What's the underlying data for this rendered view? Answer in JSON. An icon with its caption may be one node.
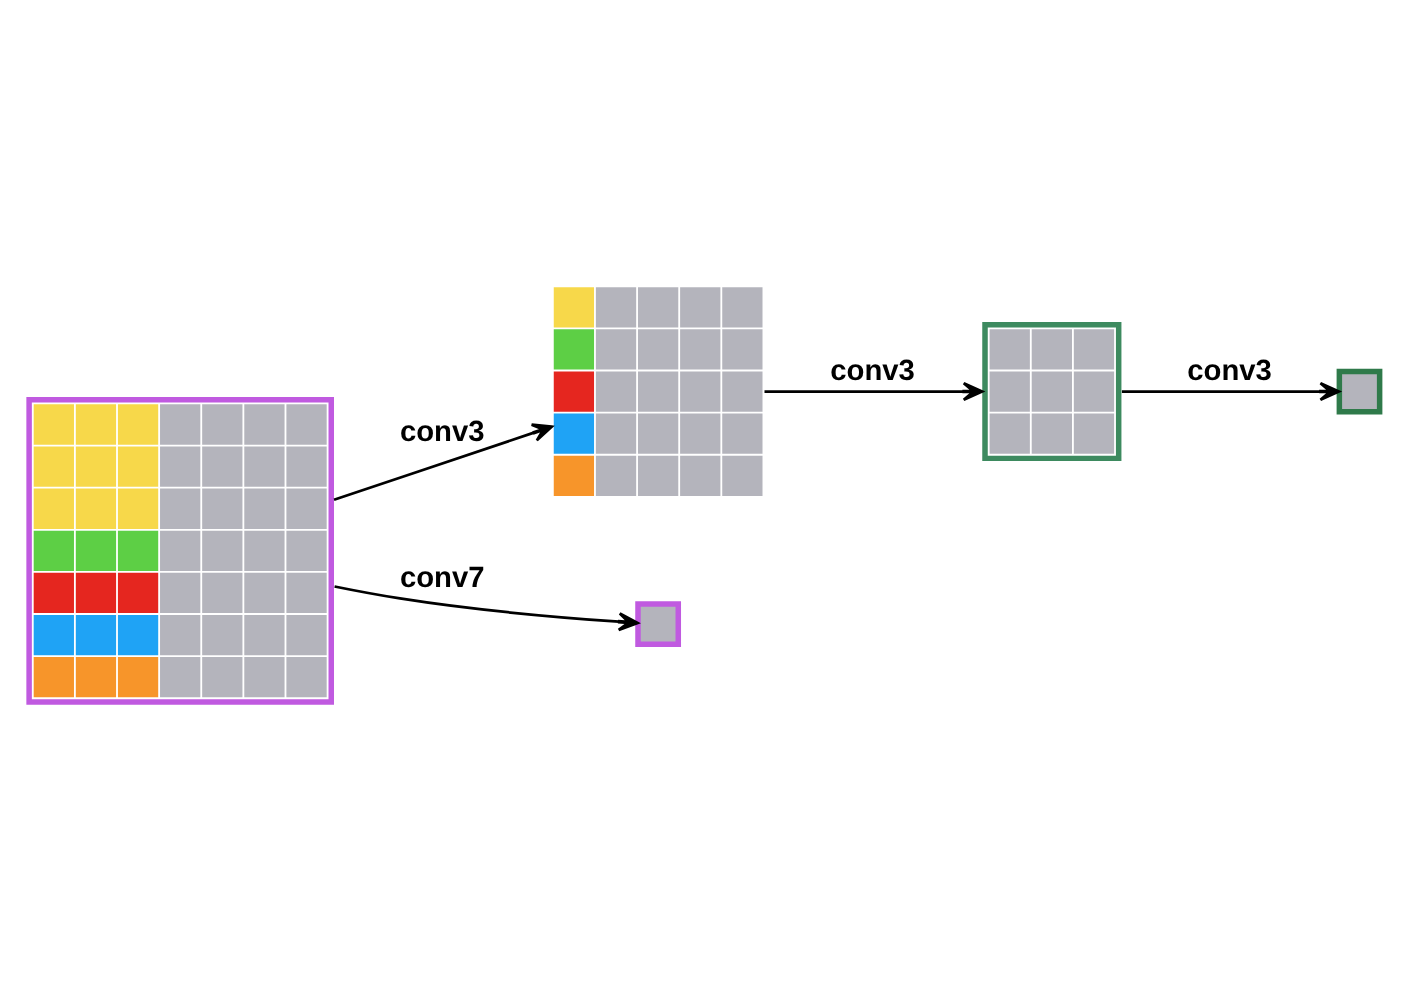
{
  "diagram": {
    "nodes": [
      {
        "text": [],
        "shape": "picture"
      },
      {
        "text": [],
        "shape": "picture"
      },
      {
        "text": [],
        "shape": "picture"
      },
      {
        "text": [],
        "shape": "box"
      },
      {
        "text": [],
        "shape": "box"
      }
    ],
    "edges": [
      {
        "from": 0,
        "to": 1,
        "arrow": "to",
        "label": "conv3"
      },
      {
        "from": 1,
        "to": 2,
        "arrow": "to",
        "label": "conv3"
      },
      {
        "from": 2,
        "to": 3,
        "arrow": "to",
        "label": "conv3"
      },
      {
        "from": 0,
        "to": 4,
        "arrow": "to",
        "label": "conv7"
      }
    ]
  }
}
